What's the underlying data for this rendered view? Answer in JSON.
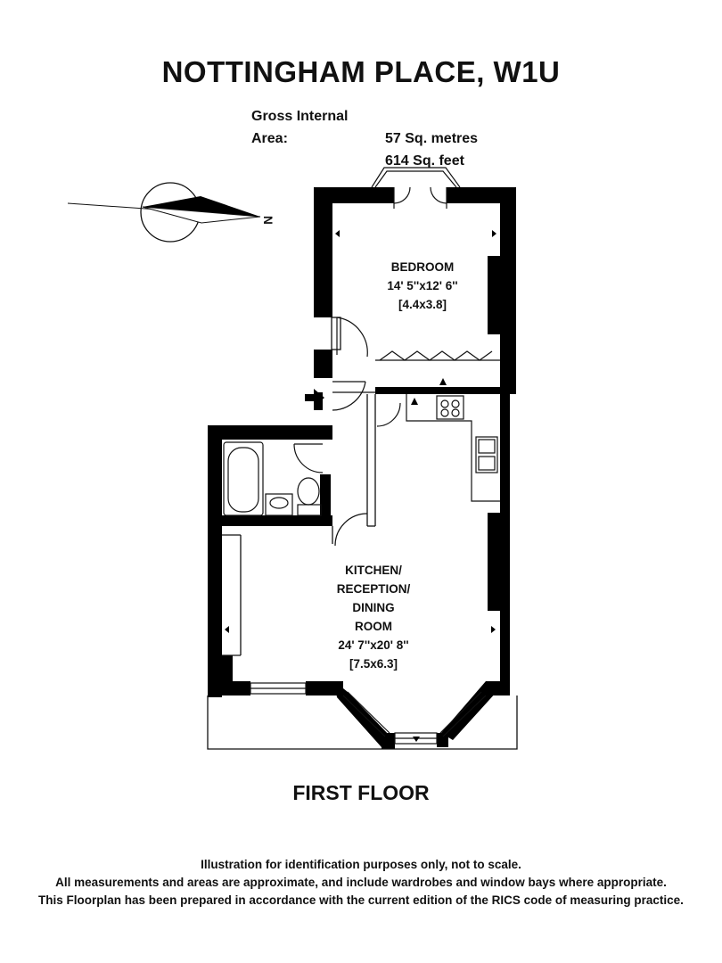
{
  "title": "NOTTINGHAM PLACE, W1U",
  "gross_area": {
    "label": "Gross Internal Area:",
    "metres": "57 Sq. metres",
    "feet": "614 Sq. feet"
  },
  "compass": {
    "north_label": "N"
  },
  "rooms": {
    "bedroom": {
      "name": "BEDROOM",
      "size_imperial": "14' 5''x12' 6''",
      "size_metric": "[4.4x3.8]"
    },
    "kitchen": {
      "name_lines": [
        "KITCHEN/",
        "RECEPTION/",
        "DINING",
        "ROOM"
      ],
      "size_imperial": "24' 7''x20' 8''",
      "size_metric": "[7.5x6.3]"
    }
  },
  "floor_name": "FIRST FLOOR",
  "disclaimer": [
    "Illustration for identification purposes only, not to scale.",
    "All measurements and areas are approximate, and include wardrobes and window bays where appropriate.",
    "This Floorplan has been prepared in accordance with the current edition of the RICS code of measuring practice."
  ],
  "colors": {
    "wall": "#000000",
    "background": "#ffffff",
    "line": "#111111"
  }
}
